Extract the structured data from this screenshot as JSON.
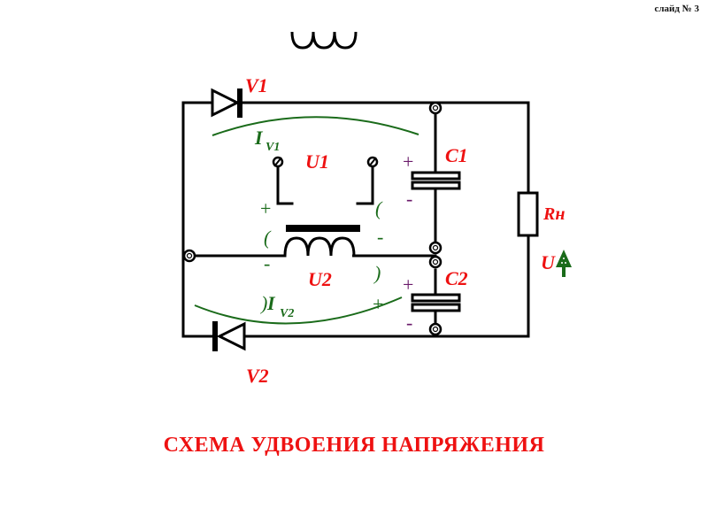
{
  "slide": {
    "number_label": "слайд № 3"
  },
  "title": "СХЕМА УДВОЕНИЯ НАПРЯЖЕНИЯ",
  "colors": {
    "wire": "#000000",
    "component_label": "#ee1111",
    "current_label": "#1a6b1a",
    "winding_polarity": "#1a6b1a",
    "capacitor_polarity": "#6a1a6a",
    "title": "#ee1111"
  },
  "labels": {
    "diode_top": "V1",
    "diode_bottom": "V2",
    "current_v1_main": "I",
    "current_v1_sub": "V1",
    "current_v2_main": "I",
    "current_v2_sub": "V2",
    "primary_winding": "U1",
    "secondary_winding": "U2",
    "cap_top": "C1",
    "cap_bottom": "C2",
    "load": "Rн",
    "load_voltage": "U"
  },
  "polarity": {
    "primary_left": "+",
    "primary_right_paren": "(",
    "secondary_left_paren": "(",
    "secondary_left_sign": "-",
    "secondary_right_sign": "-",
    "secondary_right_paren": ")",
    "iv2_paren": ")",
    "iv2_plus": "+",
    "c1_plus": "+",
    "c1_minus": "-",
    "c2_plus": "+",
    "c2_minus": "-"
  },
  "icons": {
    "load_voltage_arrow": "up-arrow-icon",
    "terminal": "terminal-circle-icon"
  }
}
